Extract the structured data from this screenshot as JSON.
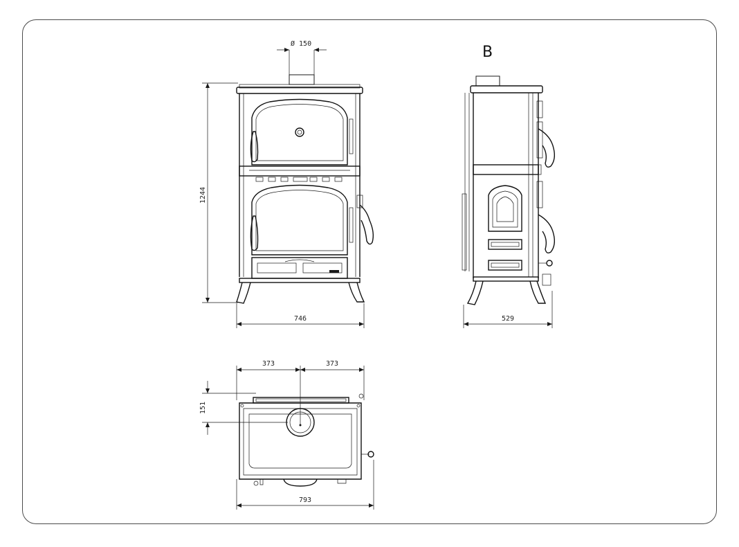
{
  "drawing": {
    "view_label": "B",
    "dimensions": {
      "flue_diameter": "Ø 150",
      "total_height": "1244",
      "front_width": "746",
      "side_depth": "529",
      "top_half_left": "373",
      "top_half_right": "373",
      "flue_offset": "151",
      "top_total_width": "793"
    }
  }
}
